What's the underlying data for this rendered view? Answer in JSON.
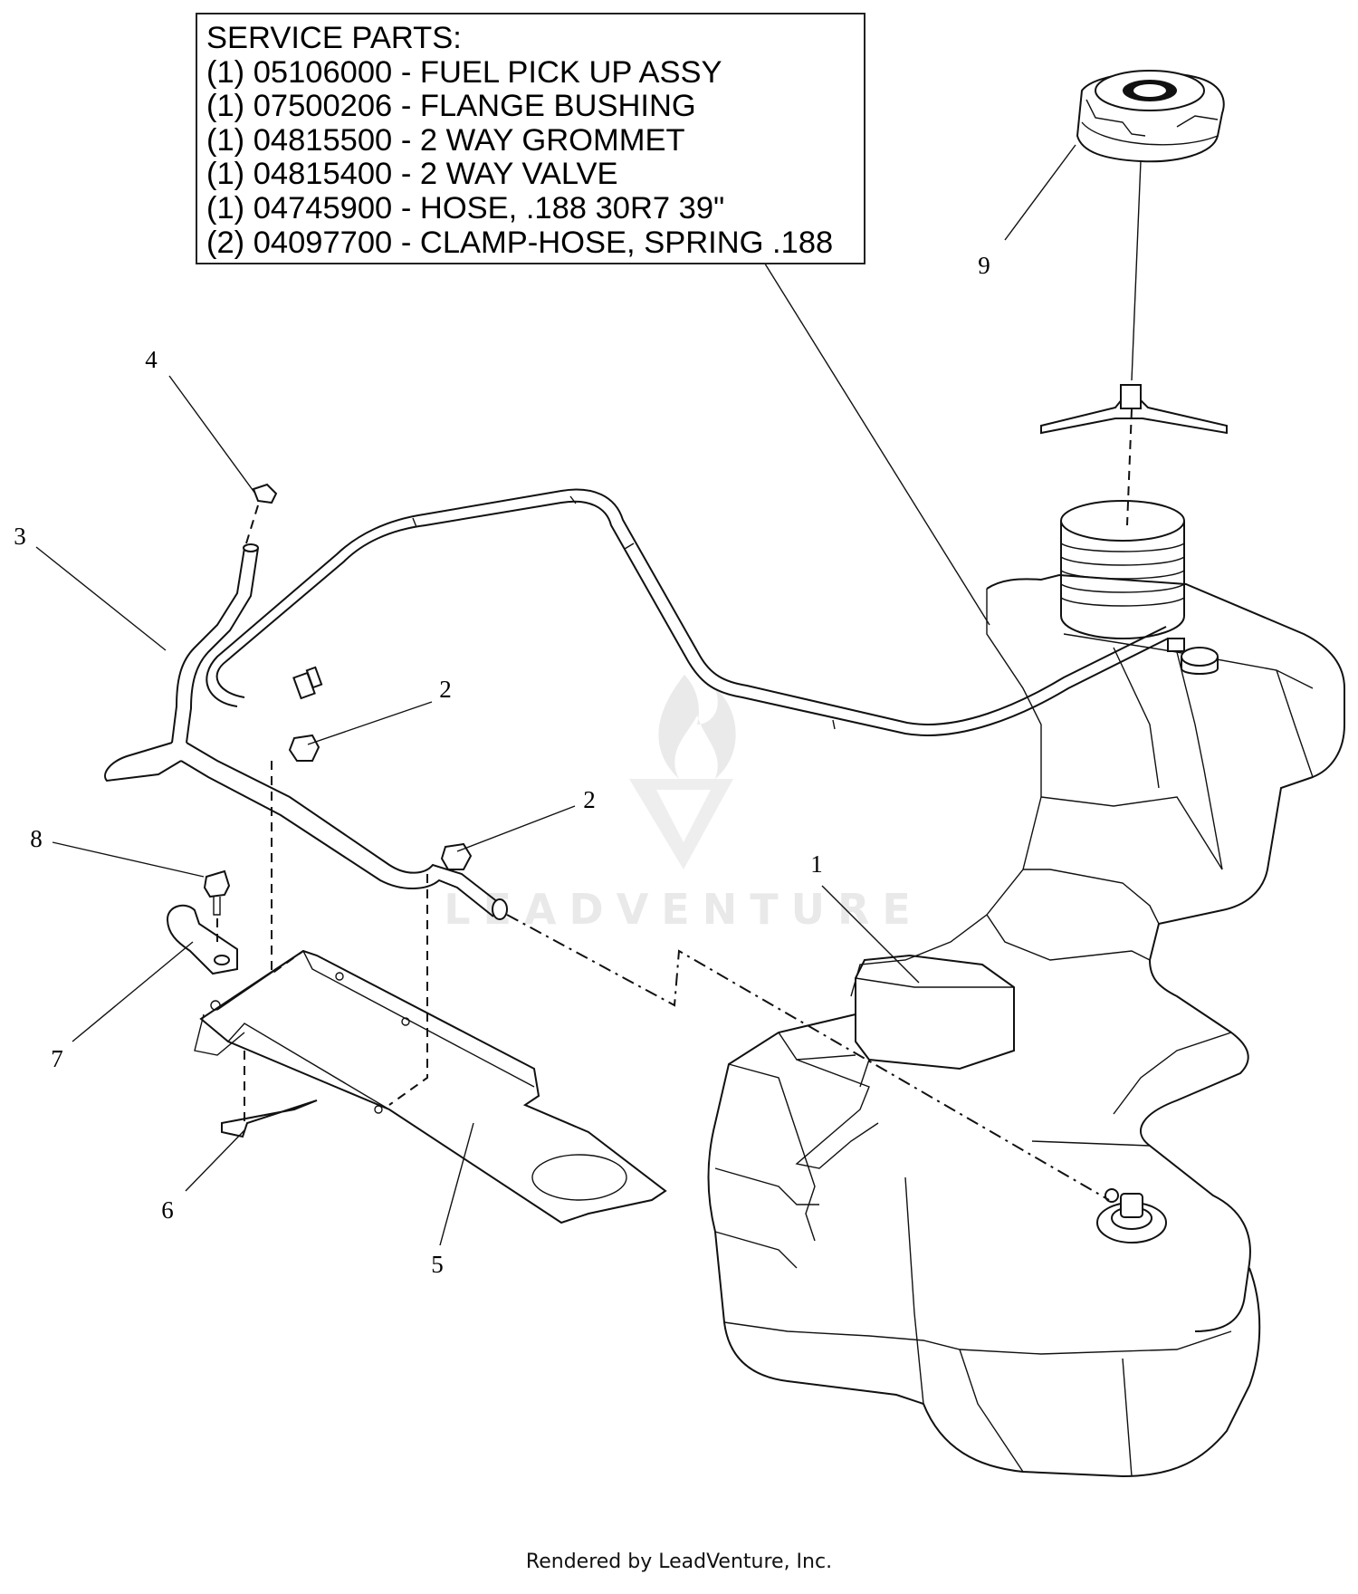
{
  "service_parts": {
    "header": "SERVICE PARTS:",
    "items": [
      "(1) 05106000 - FUEL PICK UP ASSY",
      "(1) 07500206 - FLANGE BUSHING",
      "(1) 04815500 - 2 WAY GROMMET",
      "(1) 04815400 - 2 WAY VALVE",
      "(1) 04745900 - HOSE, .188 30R7 39\"",
      "(2) 04097700 - CLAMP-HOSE, SPRING .188"
    ]
  },
  "callouts": {
    "c1": "1",
    "c2a": "2",
    "c2b": "2",
    "c3": "3",
    "c4": "4",
    "c5": "5",
    "c6": "6",
    "c7": "7",
    "c8": "8",
    "c9": "9"
  },
  "watermark": {
    "text": "LEADVENTURE"
  },
  "footer": {
    "text": "Rendered by LeadVenture, Inc."
  }
}
